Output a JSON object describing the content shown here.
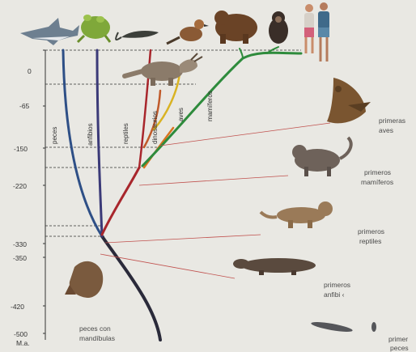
{
  "axis": {
    "ticks": [
      "0",
      "-65",
      "-150",
      "-220",
      "-330",
      "-350",
      "-420",
      "-500"
    ],
    "unit": "M.a."
  },
  "branches": {
    "fish": "peces",
    "amphibians": "anfibios",
    "reptiles": "reptiles",
    "dinosaurs": "dinosaurios",
    "birds": "aves",
    "mammals": "mamíferos"
  },
  "captions": {
    "first_birds": [
      "primeras",
      "aves"
    ],
    "first_mammals": [
      "primeros",
      "mamíferos"
    ],
    "first_reptiles": [
      "primeros",
      "reptiles"
    ],
    "first_amphibians": [
      "primeros",
      "anfibi ‹"
    ],
    "jawed_fish": [
      "peces con",
      "mandíbulas"
    ],
    "first_fish": [
      "primer",
      "peces"
    ]
  },
  "colors": {
    "fish": "#2e4f86",
    "amphibians": "#3b3a78",
    "reptiles": "#a8262c",
    "dinosaurs": "#c05a2a",
    "birds": "#d9b323",
    "mammals": "#2e8b3c",
    "mammal_orange": "#d9731f",
    "trunk": "#2a2a3a",
    "pointer": "#c0504d"
  }
}
